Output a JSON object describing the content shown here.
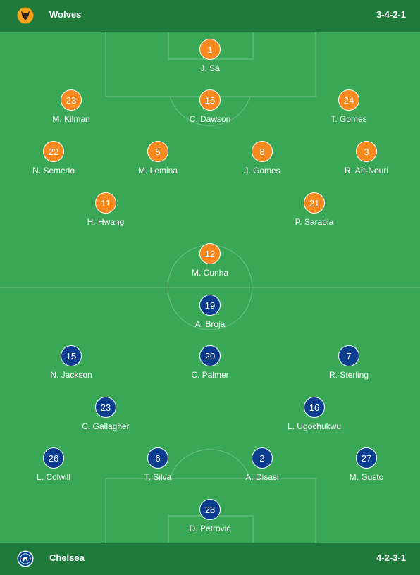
{
  "home": {
    "name": "Wolves",
    "formation": "3-4-2-1",
    "crest": "wolf-head-icon",
    "color": "#f7891e",
    "players": [
      {
        "number": "1",
        "name": "J. Sá"
      },
      {
        "number": "23",
        "name": "M. Kilman"
      },
      {
        "number": "15",
        "name": "C. Dawson"
      },
      {
        "number": "24",
        "name": "T. Gomes"
      },
      {
        "number": "22",
        "name": "N. Semedo"
      },
      {
        "number": "5",
        "name": "M. Lemina"
      },
      {
        "number": "8",
        "name": "J. Gomes"
      },
      {
        "number": "3",
        "name": "R. Aït-Nouri"
      },
      {
        "number": "11",
        "name": "H. Hwang"
      },
      {
        "number": "21",
        "name": "P. Sarabia"
      },
      {
        "number": "12",
        "name": "M. Cunha"
      }
    ]
  },
  "away": {
    "name": "Chelsea",
    "formation": "4-2-3-1",
    "crest": "lion-crest-icon",
    "color": "#0d3d8f",
    "players": [
      {
        "number": "19",
        "name": "A. Broja"
      },
      {
        "number": "15",
        "name": "N. Jackson"
      },
      {
        "number": "20",
        "name": "C. Palmer"
      },
      {
        "number": "7",
        "name": "R. Sterling"
      },
      {
        "number": "23",
        "name": "C. Gallagher"
      },
      {
        "number": "16",
        "name": "L. Ugochukwu"
      },
      {
        "number": "26",
        "name": "L. Colwill"
      },
      {
        "number": "6",
        "name": "T. Silva"
      },
      {
        "number": "2",
        "name": "A. Disasi"
      },
      {
        "number": "27",
        "name": "M. Gusto"
      },
      {
        "number": "28",
        "name": "Đ. Petrović"
      }
    ]
  },
  "pitch_color": "#3aa757",
  "bar_color": "#1f7a3c"
}
